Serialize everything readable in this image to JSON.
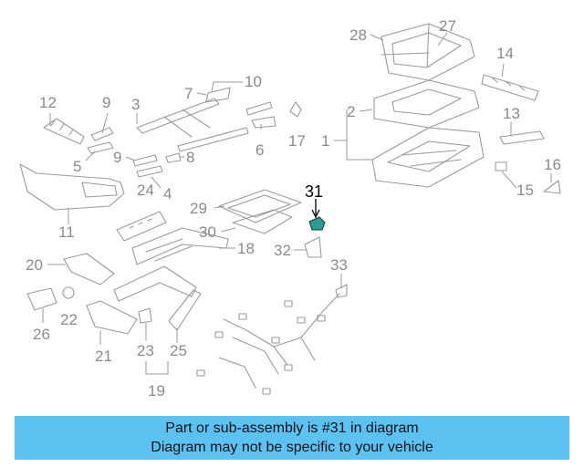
{
  "diagram": {
    "callouts": [
      "28",
      "27",
      "14",
      "12",
      "9",
      "3",
      "7",
      "10",
      "2",
      "1",
      "13",
      "17",
      "6",
      "5",
      "9",
      "8",
      "4",
      "16",
      "15",
      "11",
      "24",
      "31",
      "29",
      "30",
      "18",
      "32",
      "33",
      "20",
      "22",
      "26",
      "21",
      "23",
      "25",
      "19"
    ],
    "highlighted_part": "31",
    "highlight_color": "#2a9d8f"
  },
  "banner": {
    "background": "#5bc2f2",
    "line1": "Part or sub-assembly is #31 in diagram",
    "line2": "Diagram may not be specific to your vehicle"
  }
}
